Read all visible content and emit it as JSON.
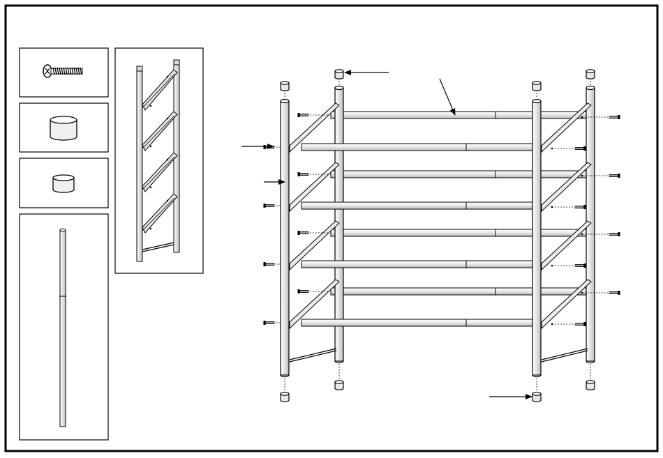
{
  "diagram": {
    "type": "assembly-instruction",
    "parts": [
      {
        "name": "screw-icon"
      },
      {
        "name": "large-cap-icon"
      },
      {
        "name": "small-cap-icon"
      },
      {
        "name": "long-pole-icon"
      },
      {
        "name": "side-ladder-frame-icon"
      }
    ],
    "shelf_tiers": 4,
    "upright_posts": 4
  }
}
